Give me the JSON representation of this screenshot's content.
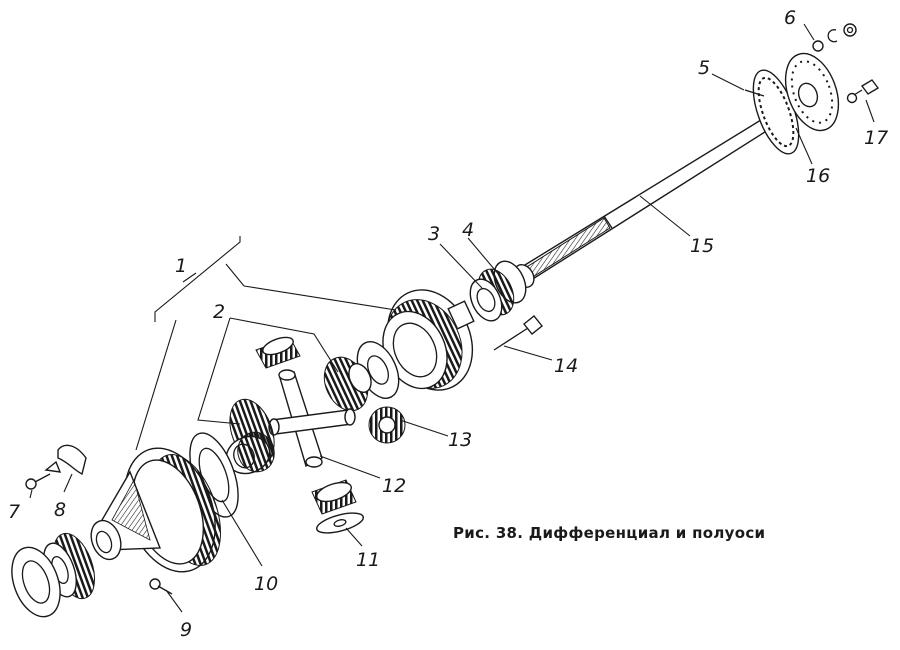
{
  "caption": "Рис. 38. Дифференциал и полуоси",
  "part_numbers": {
    "p1": "1",
    "p2": "2",
    "p3": "3",
    "p4": "4",
    "p5": "5",
    "p6": "6",
    "p7": "7",
    "p8": "8",
    "p9": "9",
    "p10": "10",
    "p11": "11",
    "p12": "12",
    "p13": "13",
    "p14": "14",
    "p15": "15",
    "p16": "16",
    "p17": "17"
  }
}
